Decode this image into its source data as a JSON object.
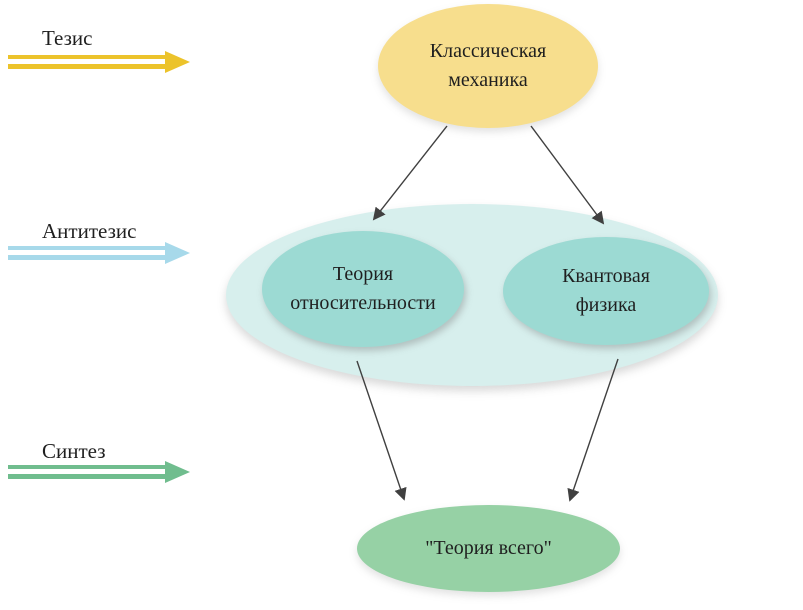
{
  "stages": {
    "thesis": {
      "label": "Тезис",
      "arrow_color": "#ECC32B"
    },
    "antithesis": {
      "label": "Антитезис",
      "arrow_color": "#A7D9EA"
    },
    "synthesis": {
      "label": "Синтез",
      "arrow_color": "#70BD8E"
    }
  },
  "nodes": {
    "classical_mechanics": {
      "label": "Классическая механика",
      "fill": "#F7DE8D"
    },
    "antithesis_group": {
      "fill": "#D7EFED"
    },
    "relativity": {
      "label": "Теория относительности",
      "fill": "#9CDAD3"
    },
    "quantum": {
      "label": "Квантовая физика",
      "fill": "#9CDAD3"
    },
    "theory_of_everything": {
      "label": "\"Теория всего\"",
      "fill": "#96D1A5"
    }
  },
  "connectors": {
    "color": "#404040"
  },
  "text_color": "#1F1F1F"
}
